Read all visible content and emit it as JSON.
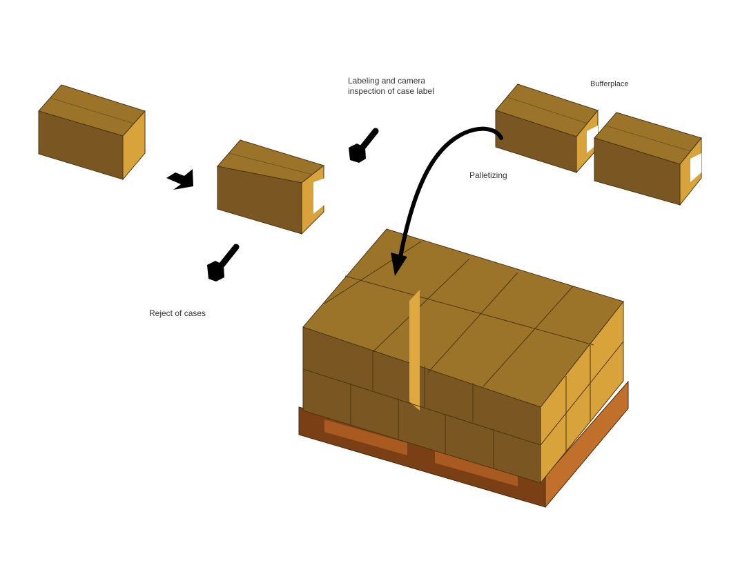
{
  "labels": {
    "labeling_line1": "Labeling and camera",
    "labeling_line2": "inspection of case label",
    "bufferplace": "Bufferplace",
    "palletizing": "Palletizing",
    "reject": "Reject of cases"
  },
  "colors": {
    "box_top": "#9b7429",
    "box_front": "#7a5722",
    "box_side": "#d9a33b",
    "pallet_dark": "#7a3f14",
    "pallet_light": "#c0702a",
    "arrow": "#000000"
  }
}
